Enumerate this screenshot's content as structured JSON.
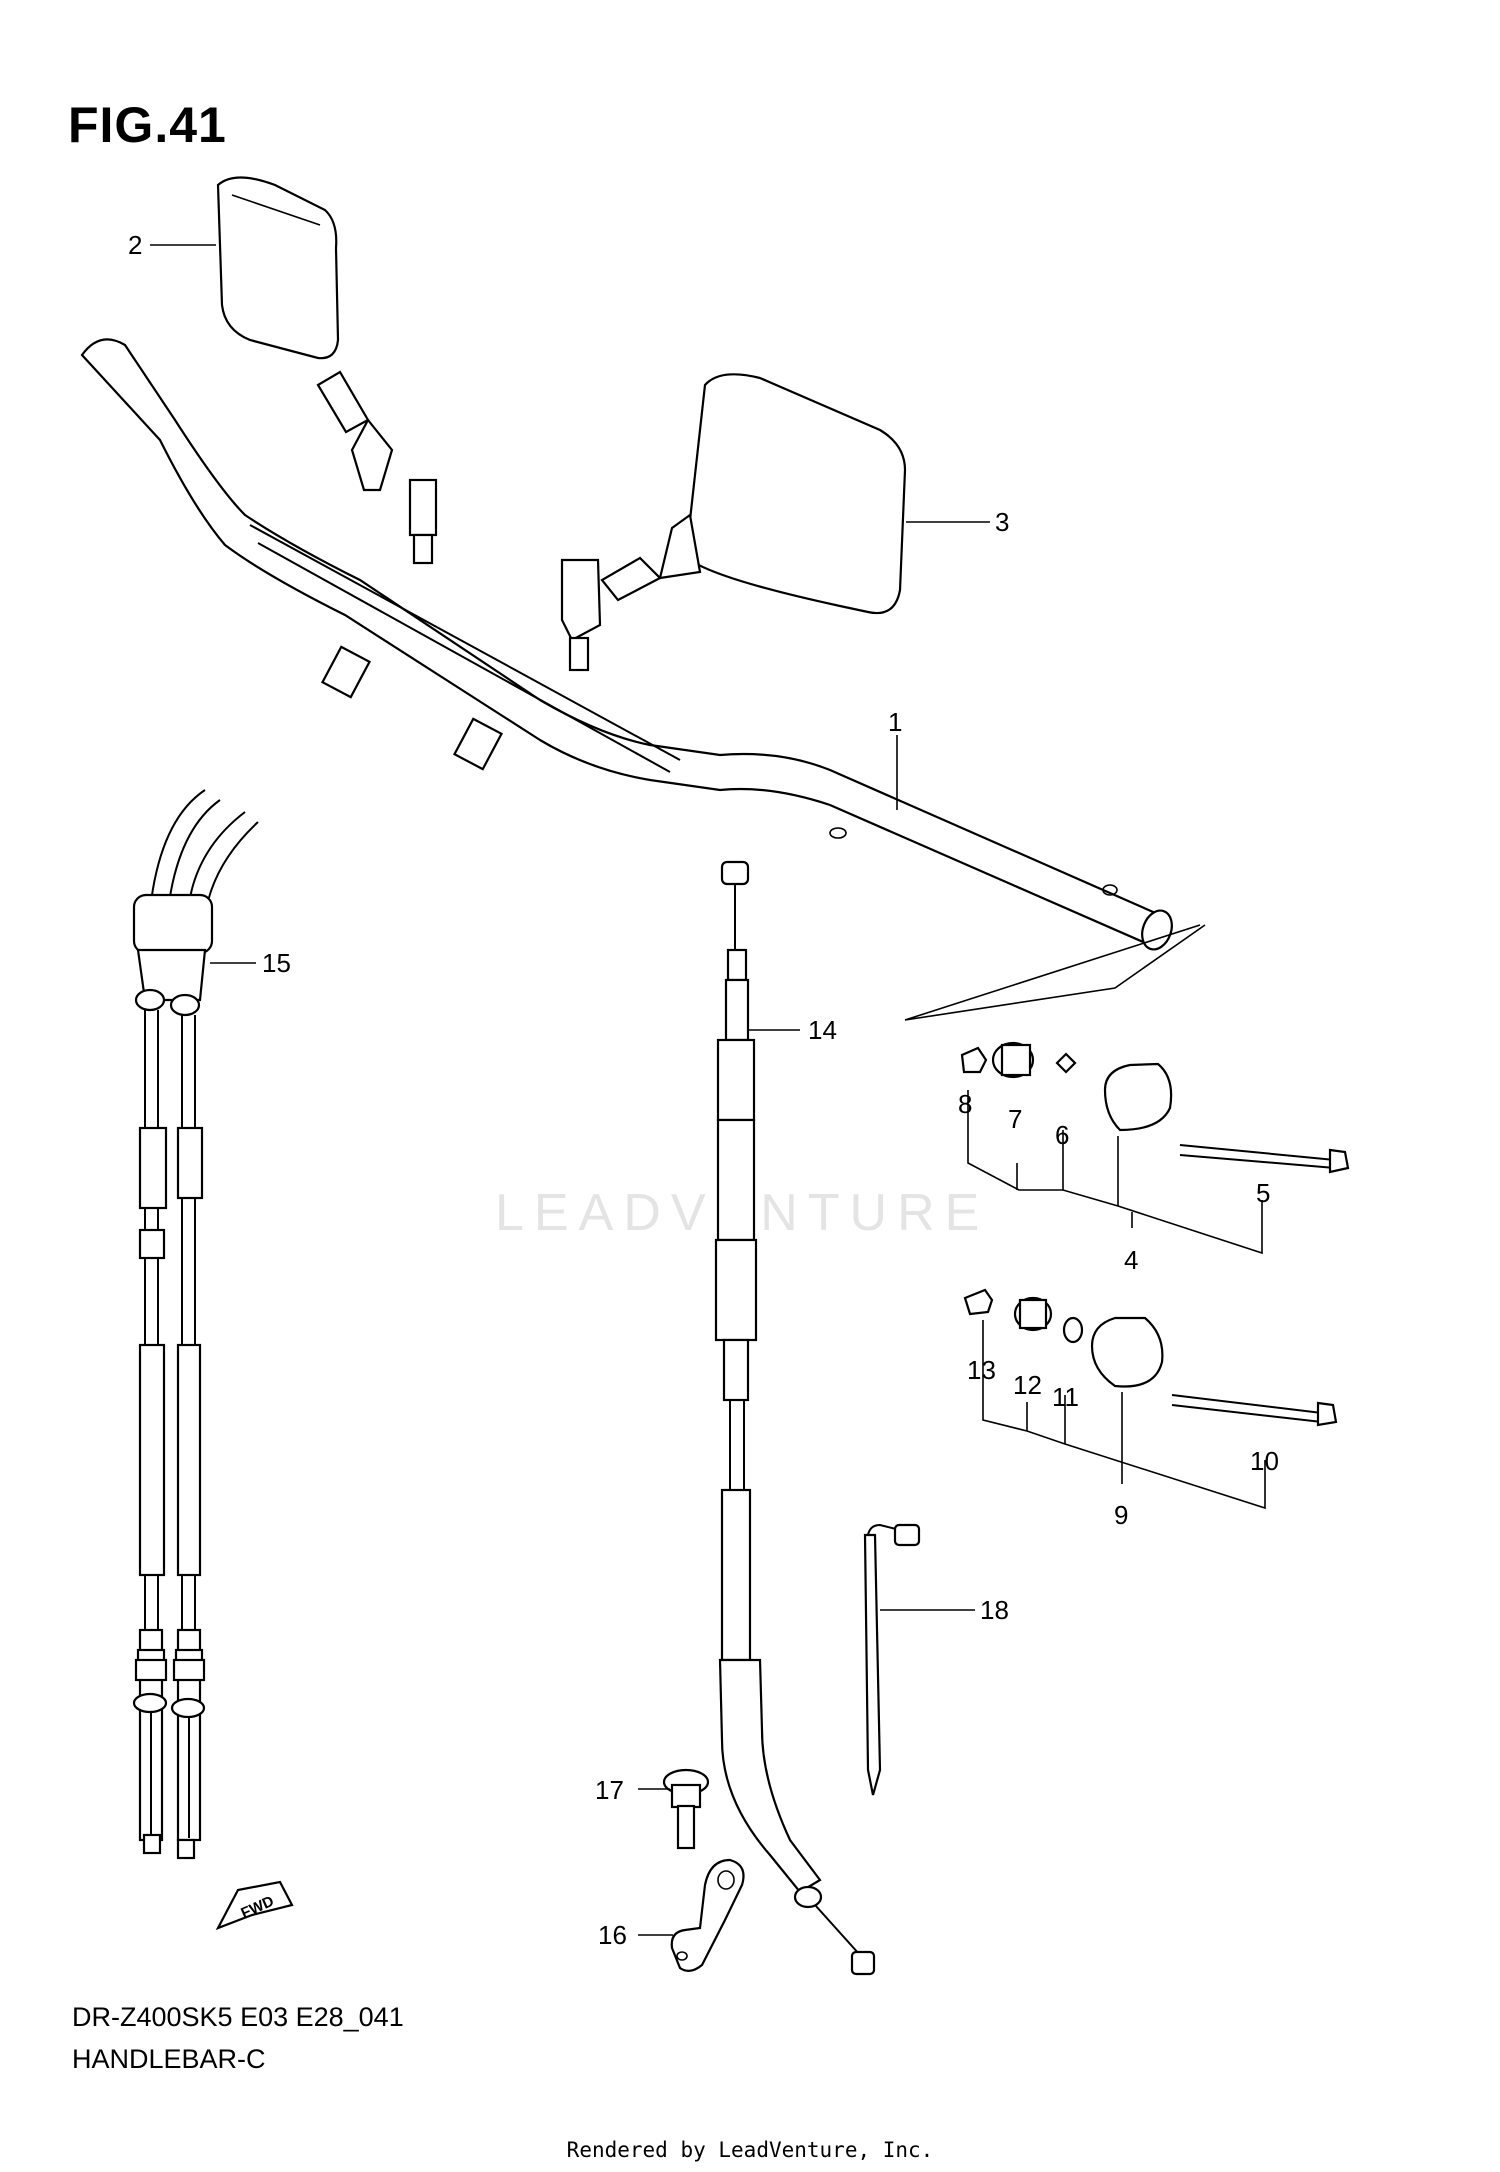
{
  "figure": {
    "title": "FIG.41",
    "model_code": "DR-Z400SK5 E03 E28_041",
    "section_name": "HANDLEBAR-C",
    "rendered_by": "Rendered by LeadVenture, Inc.",
    "watermark": "LEADVENTURE",
    "fwd_label": "FWD"
  },
  "callouts": [
    {
      "id": "c1",
      "label": "1"
    },
    {
      "id": "c2",
      "label": "2"
    },
    {
      "id": "c3",
      "label": "3"
    },
    {
      "id": "c4",
      "label": "4"
    },
    {
      "id": "c5",
      "label": "5"
    },
    {
      "id": "c6",
      "label": "6"
    },
    {
      "id": "c7",
      "label": "7"
    },
    {
      "id": "c8",
      "label": "8"
    },
    {
      "id": "c9",
      "label": "9"
    },
    {
      "id": "c10",
      "label": "10"
    },
    {
      "id": "c11",
      "label": "11"
    },
    {
      "id": "c12",
      "label": "12"
    },
    {
      "id": "c13",
      "label": "13"
    },
    {
      "id": "c14",
      "label": "14"
    },
    {
      "id": "c15",
      "label": "15"
    },
    {
      "id": "c16",
      "label": "16"
    },
    {
      "id": "c17",
      "label": "17"
    },
    {
      "id": "c18",
      "label": "18"
    }
  ]
}
